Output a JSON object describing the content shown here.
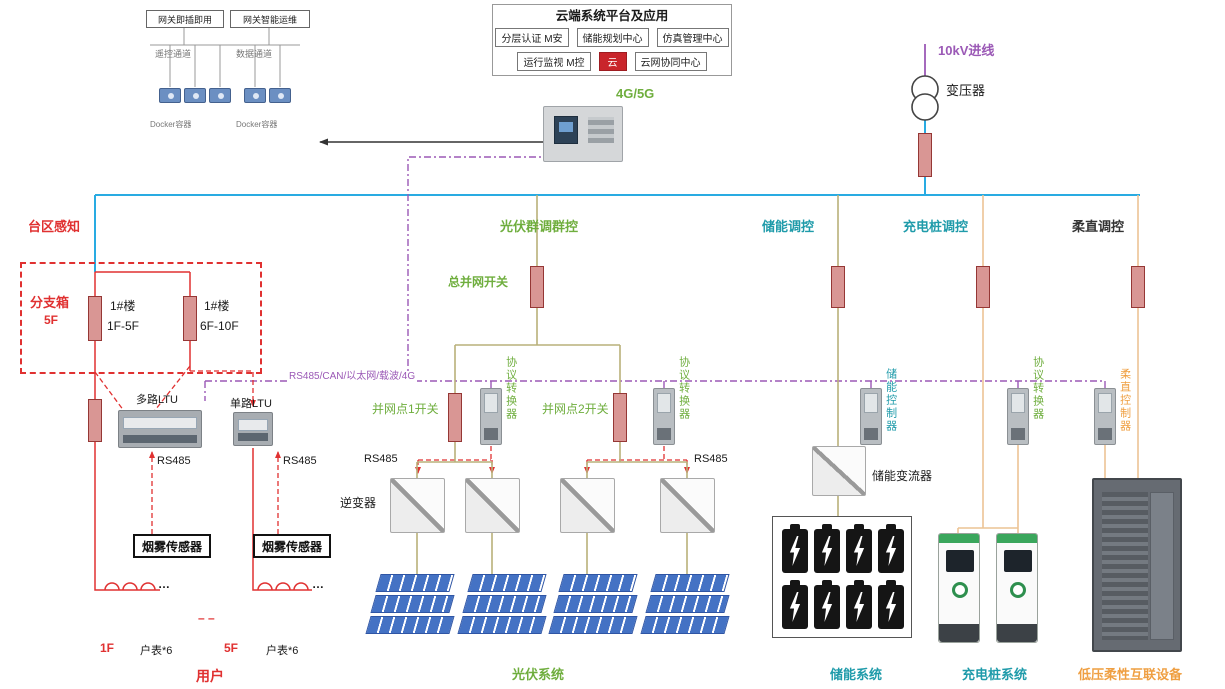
{
  "colors": {
    "bus_cyan": "#29abe2",
    "red": "#e03131",
    "green": "#6fae3e",
    "teal": "#1f9baa",
    "orange": "#ef9f42",
    "purple": "#9b59b6",
    "olive_wire": "#b9b07a",
    "pale_orange_wire": "#ecc394",
    "breaker_fill": "#d99694",
    "pv_panel_blue": "#4472c4"
  },
  "gateway_panel": {
    "plug_play": "网关即插即用",
    "smart_ops": "网关智能运维",
    "remote_channel": "遥控通道",
    "data_channel": "数据通道",
    "container1": "Docker容器",
    "container2": "Docker容器"
  },
  "cloud": {
    "title": "云端系统平台及应用",
    "chip1": "分层认证 M安",
    "chip2": "储能规划中心",
    "chip3": "仿真管理中心",
    "chip4": "运行监视 M控",
    "chip5": "云",
    "chip6": "云网协同中心"
  },
  "comm": {
    "g45": "4G/5G",
    "bus_label": "RS485/CAN/以太网/载波/4G"
  },
  "grid": {
    "incoming": "10kV进线",
    "transformer": "变压器"
  },
  "sections": {
    "taiqu": "台区感知",
    "pv": "光伏群调群控",
    "storage": "储能调控",
    "charging": "充电桩调控",
    "flex": "柔直调控"
  },
  "shared": {
    "rs485": "RS485",
    "converter": "协议转换器",
    "smoke": "烟雾传感器",
    "meter": "户表*6",
    "dots": "…",
    "building": "1#楼"
  },
  "taiqu": {
    "branch_box": "分支箱",
    "branch_floor": "5F",
    "b1_range": "1F-5F",
    "b2_range": "6F-10F",
    "ltu_multi": "多路LTU",
    "ltu_single": "单路LTU",
    "f1": "1F",
    "f5": "5F",
    "users": "用户",
    "dashes": "– –"
  },
  "pv": {
    "main_switch": "总并网开关",
    "point1": "并网点1开关",
    "point2": "并网点2开关",
    "inverter": "逆变器",
    "system": "光伏系统"
  },
  "storage": {
    "controller": "储能控制器",
    "converter": "储能变流器",
    "system": "储能系统"
  },
  "charging": {
    "system": "充电桩系统"
  },
  "flex": {
    "controller": "柔直控制器",
    "system": "低压柔性互联设备"
  }
}
